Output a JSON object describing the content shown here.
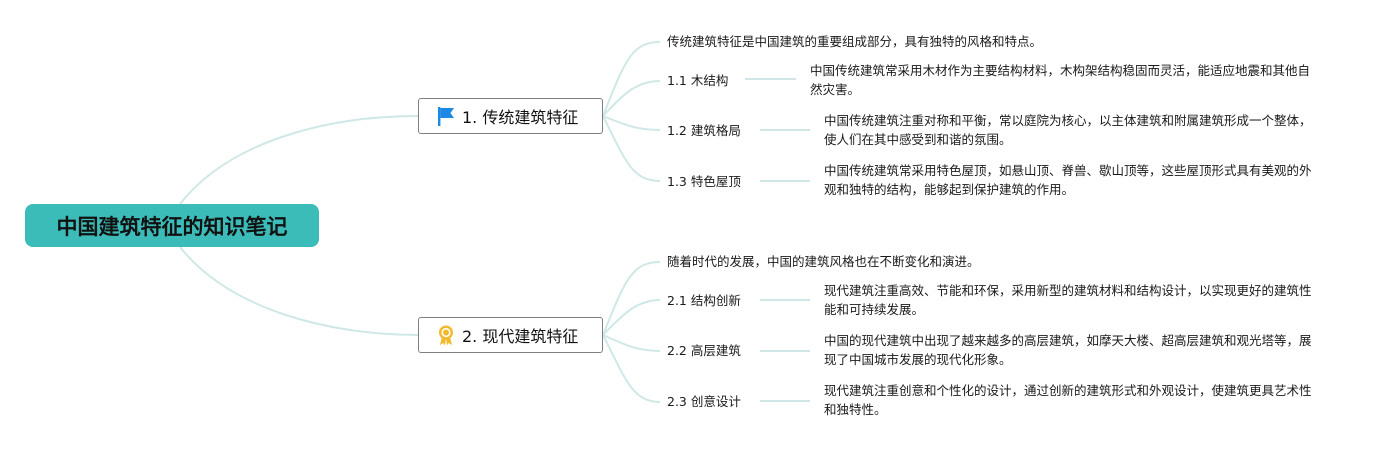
{
  "root": {
    "label": "中国建筑特征的知识笔记"
  },
  "branches": [
    {
      "label": "1. 传统建筑特征",
      "icon": "blue-flag-icon",
      "intro": "传统建筑特征是中国建筑的重要组成部分，具有独特的风格和特点。",
      "items": [
        {
          "label": "1.1 木结构",
          "detail": "中国传统建筑常采用木材作为主要结构材料，木构架结构稳固而灵活，能适应地震和其他自然灾害。"
        },
        {
          "label": "1.2 建筑格局",
          "detail": "中国传统建筑注重对称和平衡，常以庭院为核心，以主体建筑和附属建筑形成一个整体，使人们在其中感受到和谐的氛围。"
        },
        {
          "label": "1.3 特色屋顶",
          "detail": "中国传统建筑常采用特色屋顶，如悬山顶、脊兽、歇山顶等，这些屋顶形式具有美观的外观和独特的结构，能够起到保护建筑的作用。"
        }
      ]
    },
    {
      "label": "2. 现代建筑特征",
      "icon": "award-medal-icon",
      "intro": "随着时代的发展，中国的建筑风格也在不断变化和演进。",
      "items": [
        {
          "label": "2.1 结构创新",
          "detail": "现代建筑注重高效、节能和环保，采用新型的建筑材料和结构设计，以实现更好的建筑性能和可持续发展。"
        },
        {
          "label": "2.2 高层建筑",
          "detail": "中国的现代建筑中出现了越来越多的高层建筑，如摩天大楼、超高层建筑和观光塔等，展现了中国城市发展的现代化形象。"
        },
        {
          "label": "2.3 创意设计",
          "detail": "现代建筑注重创意和个性化的设计，通过创新的建筑形式和外观设计，使建筑更具艺术性和独特性。"
        }
      ]
    }
  ],
  "colors": {
    "root_fill": "#3cbcb8",
    "connector": "#cfe8e7",
    "branch_border": "#7f7f7f",
    "flag": "#1e88e5",
    "medal": "#f2b92a"
  }
}
